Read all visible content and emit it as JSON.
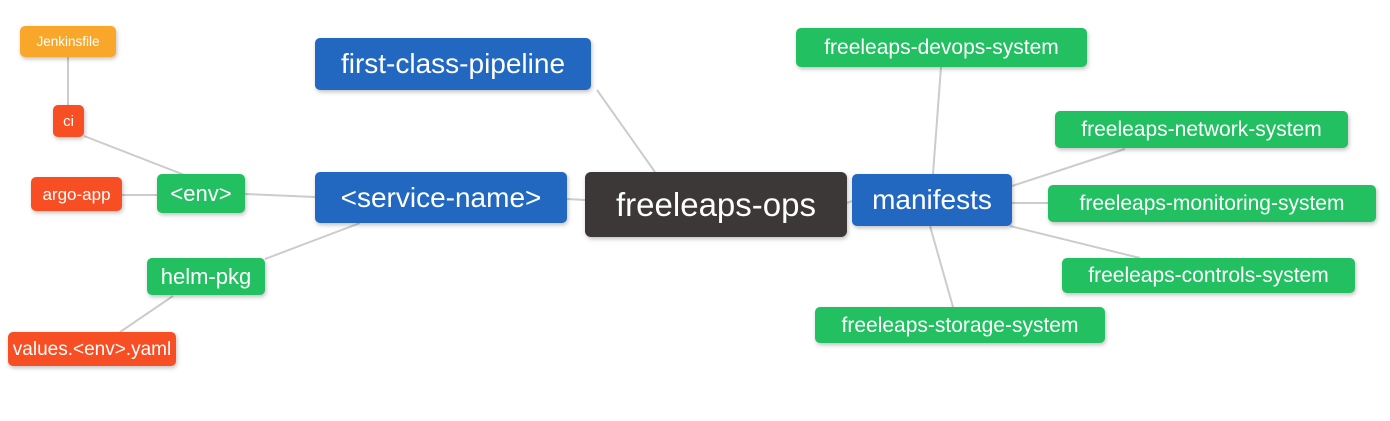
{
  "diagram": {
    "type": "mindmap",
    "root_label": "freeleaps-ops",
    "nodes": {
      "root": {
        "label": "freeleaps-ops",
        "color": "dark"
      },
      "first_class_pipeline": {
        "label": "first-class-pipeline",
        "color": "blue"
      },
      "service_name": {
        "label": "<service-name>",
        "color": "blue"
      },
      "manifests": {
        "label": "manifests",
        "color": "blue"
      },
      "env": {
        "label": "<env>",
        "color": "green"
      },
      "helm_pkg": {
        "label": "helm-pkg",
        "color": "green"
      },
      "ci": {
        "label": "ci",
        "color": "red"
      },
      "argo_app": {
        "label": "argo-app",
        "color": "red"
      },
      "values_env_yaml": {
        "label": "values.<env>.yaml",
        "color": "red"
      },
      "jenkinsfile": {
        "label": "Jenkinsfile",
        "color": "orange"
      },
      "devops_system": {
        "label": "freeleaps-devops-system",
        "color": "green"
      },
      "network_system": {
        "label": "freeleaps-network-system",
        "color": "green"
      },
      "monitoring_system": {
        "label": "freeleaps-monitoring-system",
        "color": "green"
      },
      "controls_system": {
        "label": "freeleaps-controls-system",
        "color": "green"
      },
      "storage_system": {
        "label": "freeleaps-storage-system",
        "color": "green"
      }
    },
    "edges": [
      {
        "from": "jenkinsfile",
        "to": "ci"
      },
      {
        "from": "ci",
        "to": "env"
      },
      {
        "from": "argo_app",
        "to": "env"
      },
      {
        "from": "env",
        "to": "service_name"
      },
      {
        "from": "helm_pkg",
        "to": "service_name"
      },
      {
        "from": "values_env_yaml",
        "to": "helm_pkg"
      },
      {
        "from": "first_class_pipeline",
        "to": "root"
      },
      {
        "from": "service_name",
        "to": "root"
      },
      {
        "from": "root",
        "to": "manifests"
      },
      {
        "from": "manifests",
        "to": "devops_system"
      },
      {
        "from": "manifests",
        "to": "network_system"
      },
      {
        "from": "manifests",
        "to": "monitoring_system"
      },
      {
        "from": "manifests",
        "to": "controls_system"
      },
      {
        "from": "manifests",
        "to": "storage_system"
      }
    ],
    "palette": {
      "root_dark": "#3B3837",
      "branch_blue": "#2268C0",
      "leaf_green": "#23C062",
      "leaf_red": "#F84E24",
      "leaf_orange": "#F9A72B",
      "edge_gray": "#CCCCCC",
      "text_white": "#FFFFFF"
    }
  }
}
